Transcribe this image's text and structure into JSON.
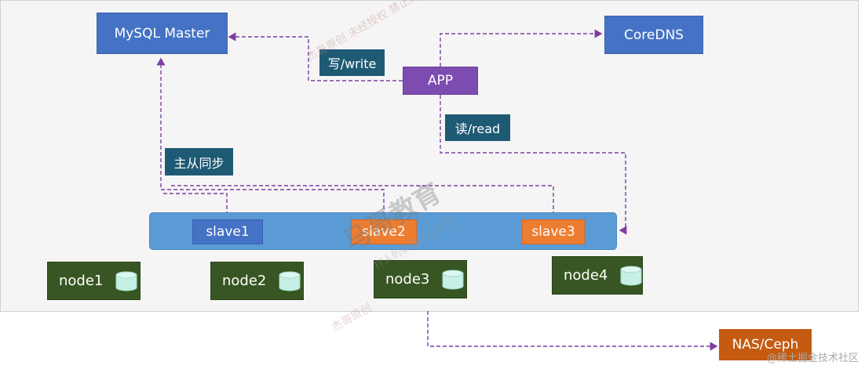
{
  "nodes": {
    "mysql_master": "MySQL Master",
    "coredns": "CoreDNS",
    "app": "APP",
    "nas": "NAS/Ceph"
  },
  "labels": {
    "write": "写/write",
    "read": "读/read",
    "sync": "主从同步"
  },
  "slaves": [
    "slave1",
    "slave2",
    "slave3"
  ],
  "k8s_nodes": [
    "node1",
    "node2",
    "node3",
    "node4"
  ],
  "watermark": {
    "logo_text": "马哥教育",
    "tagline": "IT人的高薪职业学院",
    "stamp1": "杰哥原创 未经授权 禁止商用",
    "stamp2": "杰哥原创"
  },
  "footer": "@稀土掘金技术社区",
  "colors": {
    "master": "#4472c4",
    "app": "#7d4cb1",
    "label": "#1f5a75",
    "cluster": "#5b9bd5",
    "slave_primary": "#4472c4",
    "slave_secondary": "#ed7d31",
    "node": "#375623",
    "nas": "#c55a11",
    "line": "#7d3fa0"
  }
}
